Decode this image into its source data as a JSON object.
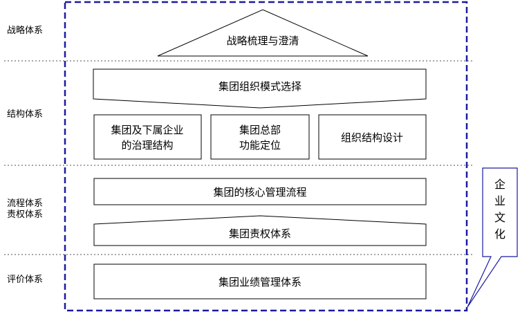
{
  "row_labels": {
    "strategy": "战略体系",
    "structure": "结构体系",
    "process_line1": "流程体系",
    "process_line2": "责权体系",
    "evaluation": "评价体系"
  },
  "boxes": {
    "strategy_triangle": "战略梳理与澄清",
    "org_model": "集团组织模式选择",
    "governance_line1": "集团及下属企业",
    "governance_line2": "的治理结构",
    "hq_line1": "集团总部",
    "hq_line2": "功能定位",
    "org_design": "组织结构设计",
    "core_process": "集团的核心管理流程",
    "responsibility": "集团责权体系",
    "performance": "集团业绩管理体系"
  },
  "culture_callout": [
    "企",
    "业",
    "文",
    "化"
  ],
  "colors": {
    "frame_dashed": "#1a1aa0",
    "divider": "#888888",
    "box_stroke": "#000000"
  }
}
